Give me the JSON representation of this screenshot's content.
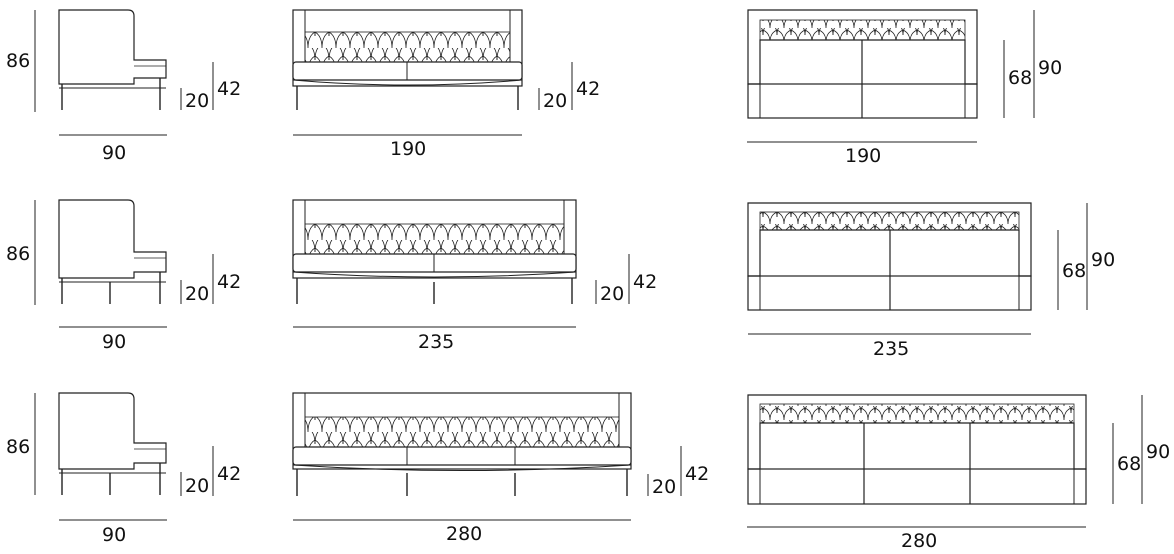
{
  "rows": [
    {
      "side": {
        "height": "86",
        "seat_height": "20",
        "arm_height": "42",
        "depth": "90"
      },
      "front": {
        "seat_height": "20",
        "arm_height": "42",
        "width": "190",
        "cushions": 2,
        "legs": 2
      },
      "top": {
        "depth_inner": "68",
        "depth": "90",
        "width": "190",
        "cushions": 2
      }
    },
    {
      "side": {
        "height": "86",
        "seat_height": "20",
        "arm_height": "42",
        "depth": "90"
      },
      "front": {
        "seat_height": "20",
        "arm_height": "42",
        "width": "235",
        "cushions": 2,
        "legs": 3
      },
      "top": {
        "depth_inner": "68",
        "depth": "90",
        "width": "235",
        "cushions": 2
      }
    },
    {
      "side": {
        "height": "86",
        "seat_height": "20",
        "arm_height": "42",
        "depth": "90"
      },
      "front": {
        "seat_height": "20",
        "arm_height": "42",
        "width": "280",
        "cushions": 3,
        "legs": 4
      },
      "top": {
        "depth_inner": "68",
        "depth": "90",
        "width": "280",
        "cushions": 3
      }
    }
  ]
}
